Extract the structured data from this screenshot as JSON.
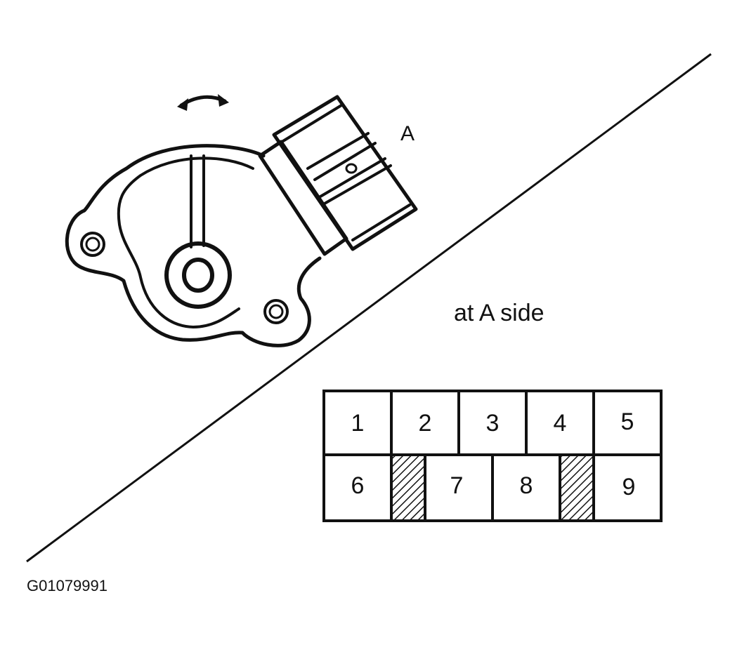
{
  "labels": {
    "connector": "A",
    "view": "at A side",
    "code": "G01079991"
  },
  "connector_terminals": {
    "top_row": [
      "1",
      "2",
      "3",
      "4",
      "5"
    ],
    "bottom_row": [
      "6",
      "7",
      "8",
      "9"
    ]
  },
  "colors": {
    "line": "#111111",
    "background": "#ffffff"
  }
}
